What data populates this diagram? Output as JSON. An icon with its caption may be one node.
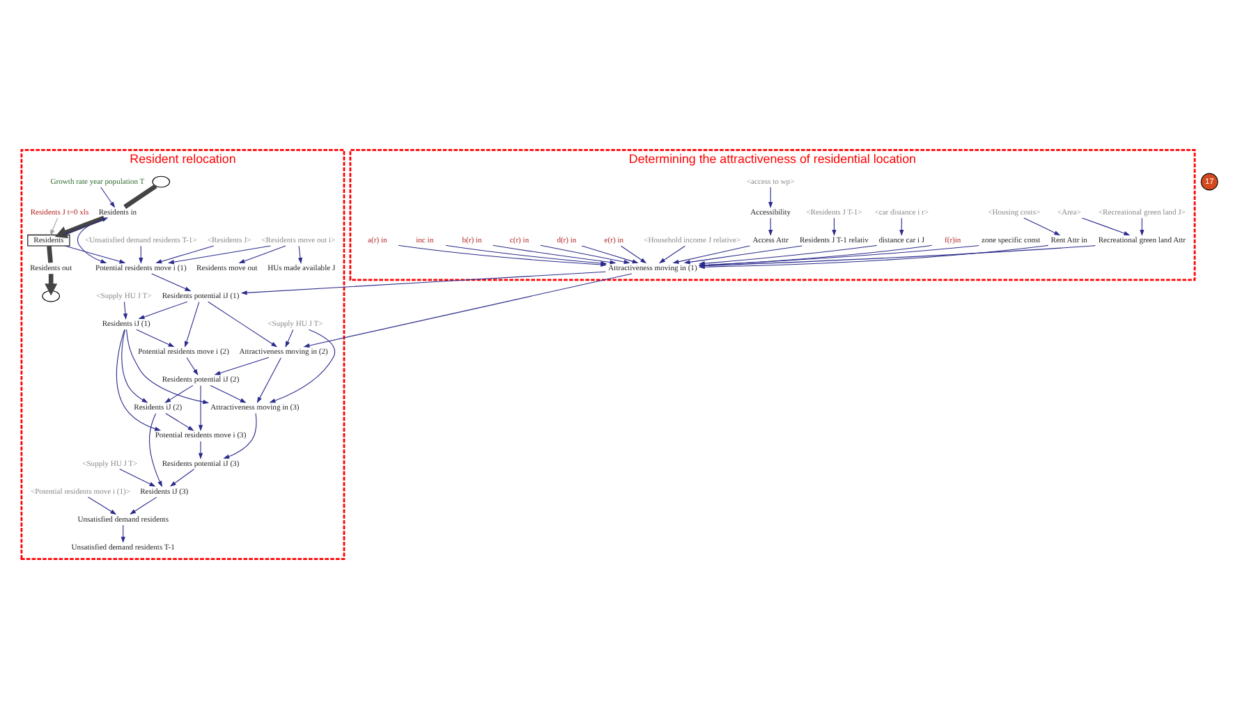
{
  "diagram": {
    "nodes": [
      {
        "text": [
          "Determining the attractiveness of residential location"
        ]
      },
      {
        "text": [
          "Resident relocation"
        ]
      },
      {
        "text": [
          "<Residents J T-1>"
        ],
        "in": 0
      },
      {
        "text": [
          "Residents J T-1 relativ"
        ],
        "in": 0
      },
      {
        "text": [
          "<access to wp>"
        ],
        "in": 0
      },
      {
        "text": [
          "Accessibility"
        ],
        "in": 0
      },
      {
        "text": [
          "Access Attr"
        ],
        "in": 0
      },
      {
        "text": [
          "<Household income J relative>"
        ],
        "in": 0
      },
      {
        "text": [
          "e(r) in"
        ],
        "in": 0
      },
      {
        "text": [
          "d(r) in"
        ],
        "in": 0
      },
      {
        "text": [
          "c(r) in"
        ],
        "in": 0
      },
      {
        "text": [
          "b(r) in"
        ],
        "in": 0
      },
      {
        "text": [
          "inc in"
        ],
        "in": 0
      },
      {
        "text": [
          "a(r) in"
        ],
        "in": 0
      },
      {
        "text": [
          "Attractiveness moving in (1)"
        ],
        "in": 0
      },
      {
        "text": [
          "<Recreational green land J>"
        ],
        "in": 0
      },
      {
        "text": [
          "<Area>"
        ],
        "in": 0
      },
      {
        "text": [
          "Recreational green land Attr"
        ],
        "in": 0
      },
      {
        "text": [
          "Rent Attr in"
        ],
        "in": 0
      },
      {
        "text": [
          "<Housing costs>"
        ],
        "in": 0
      },
      {
        "text": [
          "zone specific const"
        ],
        "in": 0
      },
      {
        "text": [
          "f(r)in"
        ],
        "in": 0
      },
      {
        "text": [
          "distance car i J"
        ],
        "in": 0
      },
      {
        "text": [
          "<car distance i r>"
        ],
        "in": 0
      },
      {
        "text": [
          "Residents potential iJ (1)"
        ],
        "in": 1
      },
      {
        "text": [
          "<Residents move out i>"
        ],
        "in": 1
      },
      {
        "text": [
          "Residents move out"
        ],
        "in": 1
      },
      {
        "text": [
          "HUs made available J"
        ],
        "in": 1
      },
      {
        "text": [
          "Potential residents move i (1)"
        ],
        "in": 1
      },
      {
        "text": [
          "<Residents J>"
        ],
        "in": 1
      },
      {
        "text": [
          "<Unsatisfied demand residents T-1>"
        ],
        "in": 1
      },
      {
        "text": [
          "Residents J t=0 xls"
        ],
        "in": 1
      },
      {
        "text": [
          "<Supply HU J T>"
        ],
        "in": 1
      },
      {
        "text": [
          "Residents iJ (1)"
        ],
        "in": 1
      },
      {
        "text": [],
        "shape": "cloud",
        "in": 1
      },
      {
        "text": [
          "Residents in"
        ],
        "in": 1
      },
      {
        "text": [
          "Residents"
        ],
        "in": 1
      },
      {
        "text": [
          "Residents out"
        ],
        "in": 1
      },
      {
        "text": [],
        "shape": "cloud",
        "in": 1
      },
      {
        "text": [
          "Attractiveness moving in (2)"
        ],
        "in": 1
      },
      {
        "text": [
          "Potential residents move i (2)"
        ],
        "in": 1
      },
      {
        "text": [
          "Residents potential iJ (2)"
        ],
        "in": 1
      },
      {
        "text": [
          "Residents iJ (2)"
        ],
        "in": 1
      },
      {
        "text": [
          "<Supply HU J T>"
        ],
        "in": 1
      },
      {
        "text": [
          "Growth rate year population T"
        ],
        "in": 1
      },
      {
        "text": [
          "Attractiveness moving in (3)"
        ],
        "in": 1
      },
      {
        "text": [
          "Potential residents move i (3)"
        ],
        "in": 1
      },
      {
        "text": [
          "Residents potential iJ (3)"
        ],
        "in": 1
      },
      {
        "text": [
          "Residents iJ (3)"
        ],
        "in": 1
      },
      {
        "text": [
          "Unsatisfied demand residents T-1"
        ],
        "in": 1
      },
      {
        "text": [
          "<Supply HU J T>"
        ],
        "in": 1
      },
      {
        "text": [
          "Unsatisfied demand residents"
        ],
        "in": 1
      },
      {
        "text": [
          "<Potential residents move i (1)>"
        ],
        "in": 1
      }
    ],
    "edges": [
      {
        "from": 2,
        "to": 3,
        "arrow": "to"
      },
      {
        "from": 4,
        "to": 5,
        "arrow": "to"
      },
      {
        "from": 5,
        "to": 6,
        "arrow": "to"
      },
      {
        "from": 3,
        "to": 14,
        "arrow": "to"
      },
      {
        "from": 6,
        "to": 14,
        "arrow": "to"
      },
      {
        "from": 7,
        "to": 14,
        "arrow": "to"
      },
      {
        "from": 8,
        "to": 14,
        "arrow": "to"
      },
      {
        "from": 9,
        "to": 14,
        "arrow": "to"
      },
      {
        "from": 10,
        "to": 14,
        "arrow": "to"
      },
      {
        "from": 11,
        "to": 14,
        "arrow": "to"
      },
      {
        "from": 12,
        "to": 14,
        "arrow": "to"
      },
      {
        "from": 13,
        "to": 14,
        "arrow": "to"
      },
      {
        "from": 20,
        "to": 14,
        "arrow": "to"
      },
      {
        "from": 21,
        "to": 14,
        "arrow": "to"
      },
      {
        "from": 22,
        "to": 14,
        "arrow": "to"
      },
      {
        "from": 17,
        "to": 14,
        "arrow": "to"
      },
      {
        "from": 18,
        "to": 14,
        "arrow": "to"
      },
      {
        "from": 15,
        "to": 17,
        "arrow": "to"
      },
      {
        "from": 16,
        "to": 17,
        "arrow": "to"
      },
      {
        "from": 19,
        "to": 18,
        "arrow": "to"
      },
      {
        "from": 23,
        "to": 22,
        "arrow": "to"
      },
      {
        "from": 14,
        "to": 24,
        "arrow": "to"
      },
      {
        "from": 14,
        "to": 39,
        "arrow": "to"
      },
      {
        "from": 28,
        "to": 24,
        "arrow": "to"
      },
      {
        "from": 25,
        "to": 28,
        "arrow": "to"
      },
      {
        "from": 25,
        "to": 26,
        "arrow": "to"
      },
      {
        "from": 25,
        "to": 27,
        "arrow": "to"
      },
      {
        "from": 29,
        "to": 28,
        "arrow": "to"
      },
      {
        "from": 30,
        "to": 28,
        "arrow": "to"
      },
      {
        "from": 35,
        "to": 28,
        "arrow": "to"
      },
      {
        "from": 36,
        "to": 28,
        "arrow": "to"
      },
      {
        "from": 31,
        "to": 36,
        "arrow": "to",
        "color": "#a0a0a0"
      },
      {
        "from": 34,
        "to": 35,
        "arrow": "none",
        "style": "thick"
      },
      {
        "from": 35,
        "to": 36,
        "arrow": "to",
        "style": "thick"
      },
      {
        "from": 36,
        "to": 37,
        "arrow": "none",
        "style": "thick"
      },
      {
        "from": 37,
        "to": 38,
        "arrow": "to",
        "style": "thick"
      },
      {
        "from": 36,
        "to": 35,
        "arrow": "to"
      },
      {
        "from": 44,
        "to": 35,
        "arrow": "to"
      },
      {
        "from": 24,
        "to": 39,
        "arrow": "to"
      },
      {
        "from": 24,
        "to": 40,
        "arrow": "to"
      },
      {
        "from": 24,
        "to": 33,
        "arrow": "to"
      },
      {
        "from": 32,
        "to": 33,
        "arrow": "to"
      },
      {
        "from": 33,
        "to": 40,
        "arrow": "to"
      },
      {
        "from": 33,
        "to": 42,
        "arrow": "to"
      },
      {
        "from": 33,
        "to": 45,
        "arrow": "to"
      },
      {
        "from": 33,
        "to": 46,
        "arrow": "to"
      },
      {
        "from": 39,
        "to": 45,
        "arrow": "to"
      },
      {
        "from": 39,
        "to": 41,
        "arrow": "to"
      },
      {
        "from": 40,
        "to": 41,
        "arrow": "to"
      },
      {
        "from": 43,
        "to": 39,
        "arrow": "to"
      },
      {
        "from": 43,
        "to": 45,
        "arrow": "to"
      },
      {
        "from": 41,
        "to": 45,
        "arrow": "to"
      },
      {
        "from": 41,
        "to": 46,
        "arrow": "to"
      },
      {
        "from": 41,
        "to": 42,
        "arrow": "to"
      },
      {
        "from": 42,
        "to": 48,
        "arrow": "to"
      },
      {
        "from": 42,
        "to": 46,
        "arrow": "to"
      },
      {
        "from": 46,
        "to": 47,
        "arrow": "to"
      },
      {
        "from": 45,
        "to": 47,
        "arrow": "to"
      },
      {
        "from": 47,
        "to": 48,
        "arrow": "to"
      },
      {
        "from": 50,
        "to": 48,
        "arrow": "to"
      },
      {
        "from": 48,
        "to": 51,
        "arrow": "to"
      },
      {
        "from": 51,
        "to": 49,
        "arrow": "to"
      },
      {
        "from": 52,
        "to": 51,
        "arrow": "to"
      }
    ],
    "labels": [
      "17"
    ]
  }
}
